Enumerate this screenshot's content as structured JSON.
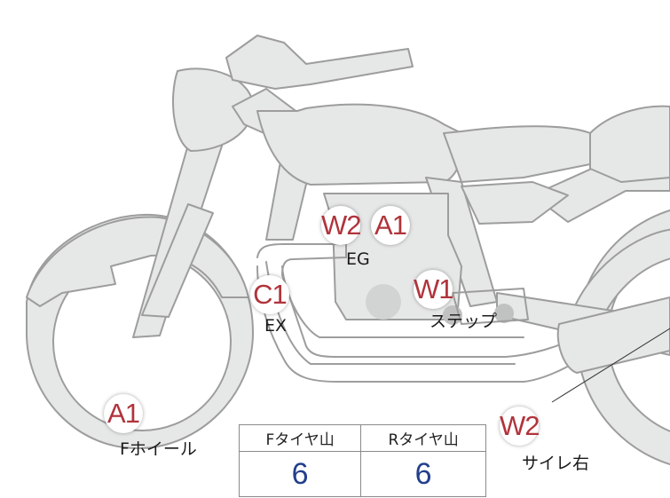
{
  "markers": [
    {
      "id": "w2-engine",
      "code": "W2"
    },
    {
      "id": "a1-engine",
      "code": "A1"
    },
    {
      "id": "w1-step",
      "code": "W1"
    },
    {
      "id": "c1-exhaust",
      "code": "C1"
    },
    {
      "id": "a1-front-wheel",
      "code": "A1"
    },
    {
      "id": "w2-silencer",
      "code": "W2"
    }
  ],
  "labels": {
    "engine": "EG",
    "exhaust": "EX",
    "step": "ステップ",
    "front_wheel": "Fホイール",
    "silencer_right": "サイレ右"
  },
  "tire_table": {
    "headers": [
      "Fタイヤ山",
      "Rタイヤ山"
    ],
    "values": [
      "6",
      "6"
    ]
  },
  "colors": {
    "marker_text": "#b0343c",
    "tire_value": "#233f8c",
    "bike_fill": "#e6e7e7",
    "bike_stroke": "#9d9d9d"
  }
}
